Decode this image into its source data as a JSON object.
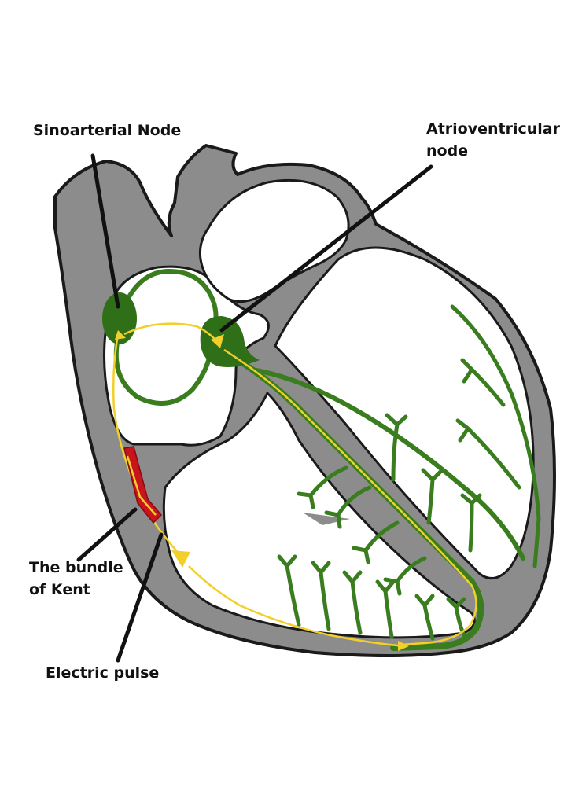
{
  "labels": {
    "sa_node": "Sinoarterial Node",
    "av_node_line1": "Atrioventricular",
    "av_node_line2": "node",
    "kent_line1": "The bundle",
    "kent_line2": "of Kent",
    "electric_pulse": "Electric pulse"
  },
  "colors": {
    "wall": "#8c8c8c",
    "outline": "#1a1a1a",
    "conduction": "#3a7d1e",
    "node": "#2f6f18",
    "pulse": "#f2cf2a",
    "kent_bundle": "#c8141c",
    "chamber": "#ffffff"
  }
}
